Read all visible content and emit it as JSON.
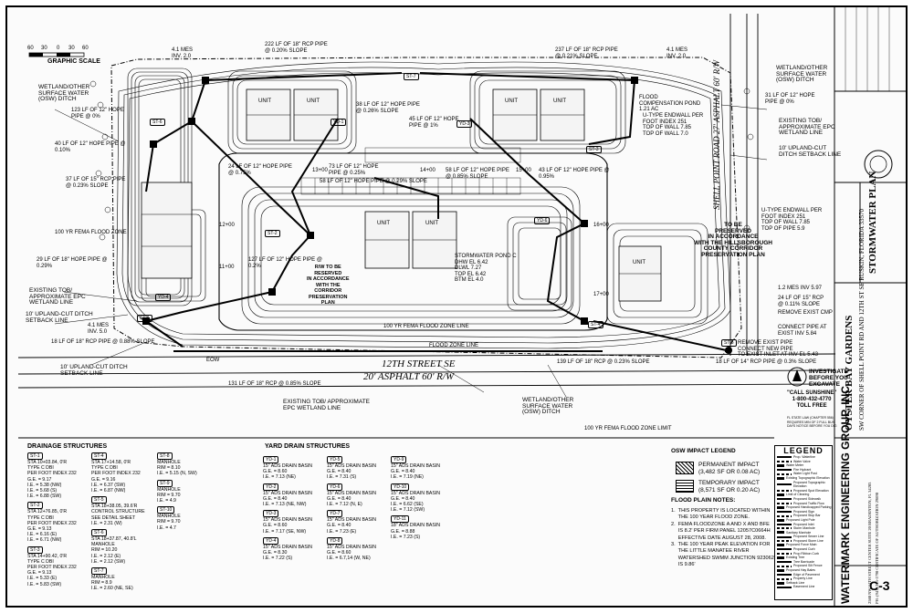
{
  "scale": {
    "title": "GRAPHIC SCALE",
    "ticks": [
      "60",
      "30",
      "0",
      "30",
      "60"
    ]
  },
  "callouts": {
    "pipe_top_left": "222 LF OF 18\" RCP PIPE\n@ 0.20% SLOPE",
    "pipe_top_right": "237 LF OF 18\" RCP PIPE\n@ 0.21% SLOPE",
    "mes_tl": "4.1 MES\nINV. 2.0",
    "mes_tr": "4.1 MES\nINV. 2.0",
    "wetland_left": "WETLAND/OTHER\nSURFACE WATER\n(OSW) DITCH",
    "wetland_right": "WETLAND/OTHER\nSURFACE WATER\n(OSW) DITCH",
    "pipe_123": "123 LF OF 12\" HOPE\nPIPE @ 0%",
    "pipe_31": "31 LF OF 12\" HOPE\nPIPE @ 0%",
    "pipe_38": "38 LF OF 12\" HOPE PIPE\n@ 0.26% SLOPE",
    "pipe_45": "45 LF OF 12\" HOPE\nPIPE @ 1%",
    "flood_comp": "FLOOD\nCOMPENSATION POND\n1.21 AC",
    "u_endwall": "U-TYPE ENDWALL PER\nFOOT INDEX 251\nTOP OF WALL 7.85\nTOP OF WALL 7.0",
    "existing_tob_right": "EXISTING TOB/\nAPPROXIMATE EPC\nWETLAND LINE",
    "upland_right": "10' UPLAND-CUT\nDITCH SETBACK LINE",
    "pipe_40": "40 LF OF 12\" HOPE PIPE @\n0.10%",
    "pipe_37": "37 LF OF 15\" RCP PIPE\n@ 0.23% SLOPE",
    "pipe_24": "24 LF OF 12\" HOPE PIPE\n@ 0.75%",
    "pipe_73": "73 LF OF 12\" HOPE\nPIPE @ 0.25%",
    "pipe_58": "58 LF OF 12\" HOPE PIPE @ 0.29% SLOPE",
    "pipe_58b": "58 LF OF 12\" HOPE PIPE\n@ 0.85% SLOPE",
    "pipe_43": "43 LF OF 12\" HOPE PIPE @\n0.95%",
    "fema_left": "100 YR FEMA FLOOD ZONE",
    "pipe_29": "29 LF OF 18\" HOPE PIPE @\n0.29%",
    "pipe_127": "127 LF OF 12\" HOPE PIPE @\n0.2%",
    "existing_tob_left": "EXISTING TOB/\nAPPROXIMATE EPC\nWETLAND LINE",
    "upland_left": "10' UPLAND-CUT DITCH\nSETBACK LINE",
    "upland_bottom": "10' UPLAND-CUT DITCH\nSETBACK LINE",
    "mes_left": "4.1 MES\nINV. 5.0",
    "pipe_18": "18 LF OF 18\" RCP PIPE @ 0.88% SLOPE",
    "shell_preserve": "TO BE\nPRESERVED\nIN ACCORDANCE\nWITH THE HILLSBOROUGH\nCOUNTY CORRIDOR\nPRESERVATION PLAN",
    "shell_road": "SHELL POINT ROAD\n27' ASPHALT 60' R/W",
    "right_of_way": "R/W TO BE\nRESERVED\nIN ACCORDANCE\nWITH THE\nCORRIDOR\nPRESERVATION\nPLAN",
    "stormwater_pond": "STORMWATER POND C\nDHW EL 6.42\nDLWL 7.27\nTOP EL 6.42\nBTM EL 4.0",
    "u_endwall_2": "U-TYPE ENDWALL PER\nFOOT INDEX 251\nTOP OF WALL 7.85\nTOP OF PIPE 5.9",
    "mes_pond": "1.2 MES INV 5.97",
    "pipe_24b": "24 LF OF 15\" RCP\n@ 0.11% SLOPE",
    "remove_cmp": "REMOVE EXIST CMP",
    "connect_pipe": "CONNECT PIPE AT\nEXIST INV 5.84",
    "remove_pipe": "REMOVE EXIST PIPE\nCONNECT NEW PIPE\nTO EXIST INLET AT INV EL 5.43",
    "pipe_18b": "18 LF OF 14\" RCP PIPE @ 0.3% SLOPE",
    "pipe_131": "131 LF OF 18\" RCP @ 0.85% SLOPE",
    "pipe_139": "139 LF OF 18\" RCP @ 0.23% SLOPE",
    "fema_bottom": "100 YR FEMA FLOOD ZONE LIMIT",
    "fema_line": "100 YR FEMA FLOOD ZONE LINE",
    "flood_zone_line": "FLOOD ZONE LINE",
    "existing_tob_bottom": "EXISTING TOB/ APPROXIMATE\nEPC WETLAND LINE",
    "wetland_bottom": "WETLAND/OTHER\nSURFACE WATER\n(OSW) DITCH",
    "eow": "EOW"
  },
  "street": {
    "name": "12TH STREET SE",
    "detail": "20' ASPHALT  60' R/W"
  },
  "stations": [
    "13+00",
    "14+00",
    "15+00",
    "11+00",
    "12+00",
    "16+00",
    "17+00"
  ],
  "structure_tags": [
    "ST-1",
    "ST-2",
    "ST-3",
    "ST-4",
    "ST-5",
    "ST-6",
    "ST-7",
    "ST-8",
    "ST-9",
    "ST-10",
    "YD-1",
    "YD-2",
    "YD-3",
    "YD-4",
    "YD-5",
    "YD-6",
    "YD-7",
    "YD-8",
    "YD-9",
    "YD-10",
    "YD-11"
  ],
  "unit_label": "UNIT",
  "investigate": {
    "title": "INVESTIGATE\nBEFORE YOU\nEXCAVATE",
    "call": "\"CALL SUNSHINE\"\n1-800-432-4770\nTOLL FREE",
    "note": "FL STATE LAW (CHAPTER 556)\nREQUIRES MIN OF 2 FULL BUS.\nDAYS NOTICE BEFORE YOU DIG"
  },
  "drainage": {
    "title": "DRAINAGE STRUCTURES",
    "col1": [
      {
        "tag": "ST-1",
        "text": "STA 10+03.84, 0'R\nTYPE C DBI\nPER FOOT INDEX 232\nG.E. = 9.17\nI.E. = 5.38 (NW)\nI.E. = 5.68 (S)\nI.E. = 6.88 (SW)"
      },
      {
        "tag": "ST-2",
        "text": "STA 12+76.85, 0'R\nTYPE C DBI\nPER FOOT INDEX 232\nG.E. = 9.13\nI.E. = 6.16 (E)\nI.E. = 6.71 (NW)"
      },
      {
        "tag": "ST-3",
        "text": "STA 14+90.42, 0'R\nTYPE C DBI\nPER FOOT INDEX 232\nG.E. = 9.13\nI.E. = 5.33 (E)\nI.E. = 5.83 (SW)"
      }
    ],
    "col2": [
      {
        "tag": "ST-4",
        "text": "STA 17+14.58, 0'R\nTYPE C DBI\nPER FOOT INDEX 232\nG.E. = 9.16\nI.E. = 6.37 (SW)\nI.E. = 6.87 (NW)"
      },
      {
        "tag": "ST-5",
        "text": "STA 18+38.05, 39.6'R\nCONTROL STRUCTURE\nSEE DETAIL SHEET\nI.E. = 2.31 (W)"
      },
      {
        "tag": "ST-6",
        "text": "STA 18+37.87, 40.8'L\nMANHOLE\nRIM = 10.20\nI.E. = 2.12 (E)\nI.E. = 2.12 (SW)"
      },
      {
        "tag": "ST-7",
        "text": "MANHOLE\nRIM = 8.9\nI.E. = 2.60 (NE, SE)"
      }
    ],
    "col3": [
      {
        "tag": "ST-8",
        "text": "MANHOLE\nRIM = 8.10\nI.E. = 5.15 (N, SW)"
      },
      {
        "tag": "ST-9",
        "text": "MANHOLE\nRIM = 9.70\nI.E. = 4.9"
      },
      {
        "tag": "ST-10",
        "text": "MANHOLE\nRIM = 9.70\nI.E. = 4.7"
      }
    ]
  },
  "yard": {
    "title": "YARD DRAIN STRUCTURES",
    "col1": [
      {
        "tag": "YD-1",
        "text": "15\" ADS DRAIN BASIN\nG.E. = 8.60\nI.E. = 7.13 (NE)"
      },
      {
        "tag": "YD-2",
        "text": "15\" ADS DRAIN BASIN\nG.E. = 8.40\nI.E. = 7.13 (NE, NW)"
      },
      {
        "tag": "YD-3",
        "text": "15\" ADS DRAIN BASIN\nG.E. = 8.60\nI.E. = 7.17 (SE, NW)"
      },
      {
        "tag": "YD-4",
        "text": "15\" ADS DRAIN BASIN\nG.E. = 8.30\nI.E. = 7.22 (S)"
      }
    ],
    "col2": [
      {
        "tag": "YD-5",
        "text": "15\" ADS DRAIN BASIN\nG.E. = 8.40\nI.E. = 7.31 (S)"
      },
      {
        "tag": "YD-6",
        "text": "15\" ADS DRAIN BASIN\nG.E. = 8.40\nI.E. = 7.12 (N, E)"
      },
      {
        "tag": "YD-7",
        "text": "15\" ADS DRAIN BASIN\nG.E. = 8.40\nI.E. = 7.23 (E)"
      },
      {
        "tag": "YD-8",
        "text": "15\" ADS DRAIN BASIN\nG.E. = 8.60\nI.E. = 6.7,14 (W, NE)"
      }
    ],
    "col3": [
      {
        "tag": "YD-9",
        "text": "15\" ADS DRAIN BASIN\nG.E. = 8.40\nI.E. = 7.19 (NE)"
      },
      {
        "tag": "YD-10",
        "text": "15\" ADS DRAIN BASIN\nG.E. = 8.40\nI.E. = 6.62 (SE)\nI.E. = 7.12 (SW)"
      },
      {
        "tag": "YD-11",
        "text": "18\" ADS DRAIN BASIN\nG.E. = 8.88\nI.E. = 7.23 (S)"
      }
    ]
  },
  "osw": {
    "title": "OSW IMPACT LEGEND",
    "permanent": "PERMANENT IMPACT\n(3,482 SF OR 0.08 AC)",
    "temporary": "TEMPORARY IMPACT\n(8,571 SF OR 0.20 AC)"
  },
  "flood_notes": {
    "title": "FLOOD PLAIN NOTES:",
    "text": "1.  THIS PROPERTY IS LOCATED WITHIN\n     THE 100 YEAR FLOOD ZONE.\n2.  FEMA FLOODZONE A AND X AND BFE\n     IS 8.2' PER FIRM PANEL 12057C0664H\n     EFFECTIVE DATE AUGUST 28, 2008.\n3.  THE 100 YEAR PEAK ELEVATION FOR\n     THE LITTLE MANATEE RIVER\n     WATERSHED SWMM JUNCTION 923062\n     IS 9.86'"
  },
  "legend": {
    "title": "LEGEND",
    "items": [
      "Prop. Waterline",
      "Water Valve",
      "Water Meter",
      "Fire Hydrant",
      "Water Light Post",
      "Existing Topographic Elevation",
      "Proposed Topographic Elevation",
      "Proposed Spot Elevation",
      "Limit of Clearing",
      "Proposed Sidewalk",
      "Proposed Traffic Flow",
      "Proposed Handicapped Parking",
      "Proposed Sign",
      "Proposed Stop Bar",
      "Proposed Light Pole",
      "Proposed Inlet",
      "Storm Manhole",
      "Sanitary Manhole",
      "Proposed Sewer Line",
      "Proposed Storm Line",
      "Proposed Force Main",
      "Proposed Curb",
      "Prop Ribbon Curb",
      "Existing Tree",
      "Tree Barricade",
      "Proposed Silt Fence",
      "Proposed Hay Bales",
      "Edge of Pavement",
      "Property Line",
      "Setback Line",
      "Easement Line"
    ]
  },
  "title_block": {
    "firm": "WATERMARK ENGINEERING\nGROUP, INC.",
    "firm_addr": "2580 NW 34TH STREET CENTER SUITE 20 BRADENTON, FL 34203",
    "firm_phone": "PH: (941) 243-1790  CERTIFICATE OF AUTHORIZATION 29890",
    "project": "OYSTER BAY GARDENS",
    "project_addr": "SW CORNER OF SHELL POINT RD\nAND 12TH ST SE\nRUSKIN, FLORIDA 33570",
    "sheet_title": "STORMWATER\nPLAN",
    "sheet_no": "C-3"
  }
}
